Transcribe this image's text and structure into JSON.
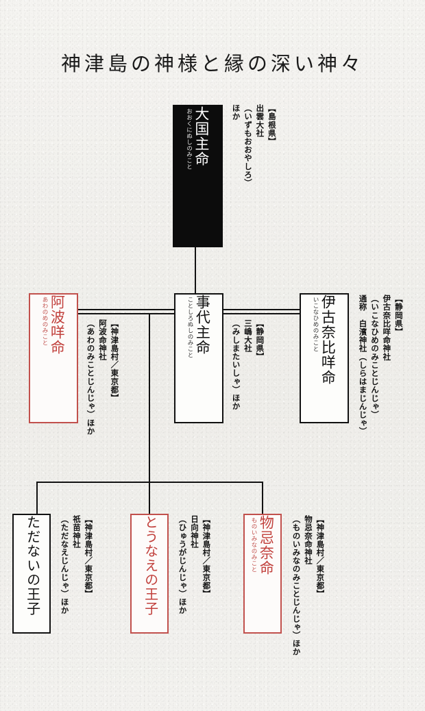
{
  "title": "神津島の神様と縁の深い神々",
  "palette": {
    "background": "#f2f1ee",
    "ink": "#111111",
    "red": "#c1403c",
    "red_border": "#c1504c",
    "dark_box": "#0c0c0c"
  },
  "nodes": {
    "okuninushi": {
      "name": "大国主命",
      "reading": "おおくにぬしのみこと",
      "note": "【島根県】\n出雲大社\n（いずもおおやしろ）\nほか",
      "style": "dark"
    },
    "awanome": {
      "name": "阿波咩命",
      "reading": "あわのめのみこと",
      "note": "【神津島村／東京都】\n阿波命神社\n（あわのみことじんじゃ）ほか",
      "style": "red"
    },
    "kotoshironushi": {
      "name": "事代主命",
      "reading": "ことしろぬしのみこと",
      "note": "【静岡県】\n三嶋大社\n（みしまたいしゃ）ほか",
      "style": "plain"
    },
    "ikonahime": {
      "name": "伊古奈比咩命",
      "reading": "いこなひめのみこと",
      "note": "【静岡県】\n伊古奈比咩命神社\n（いこなひめのみことじんじゃ）\n通称　白濱神社（しらはまじんじゃ）",
      "style": "plain"
    },
    "tadanai": {
      "name": "ただないの王子",
      "reading": "",
      "note": "【神津島村／東京都】\n祇苗神社\n（ただなえじんじゃ）ほか",
      "style": "plain"
    },
    "tounae": {
      "name": "とうなえの王子",
      "reading": "",
      "note": "【神津島村／東京都】\n日向神社\n（ひゅうがじんじゃ）ほか",
      "style": "red"
    },
    "monoimina": {
      "name": "物忌奈命",
      "reading": "ものいみなのみこと",
      "note": "【神津島村／東京都】\n物忌奈命神社\n（ものいみなのみことじんじゃ）ほか",
      "style": "red"
    }
  },
  "chart_data": {
    "type": "diagram",
    "subtype": "family-tree",
    "title": "神津島の神様と縁の深い神々",
    "generations": [
      [
        "大国主命"
      ],
      [
        "阿波咩命",
        "事代主命",
        "伊古奈比咩命"
      ],
      [
        "ただないの王子",
        "とうなえの王子",
        "物忌奈命"
      ]
    ],
    "edges": [
      {
        "from": "大国主命",
        "to": "事代主命",
        "kind": "descent"
      },
      {
        "from": "阿波咩命",
        "to": "事代主命",
        "kind": "marriage"
      },
      {
        "from": "事代主命",
        "to": "伊古奈比咩命",
        "kind": "marriage"
      },
      {
        "from": "事代主命",
        "to": "ただないの王子",
        "kind": "descent"
      },
      {
        "from": "事代主命",
        "to": "とうなえの王子",
        "kind": "descent"
      },
      {
        "from": "事代主命",
        "to": "物忌奈命",
        "kind": "descent"
      }
    ]
  }
}
